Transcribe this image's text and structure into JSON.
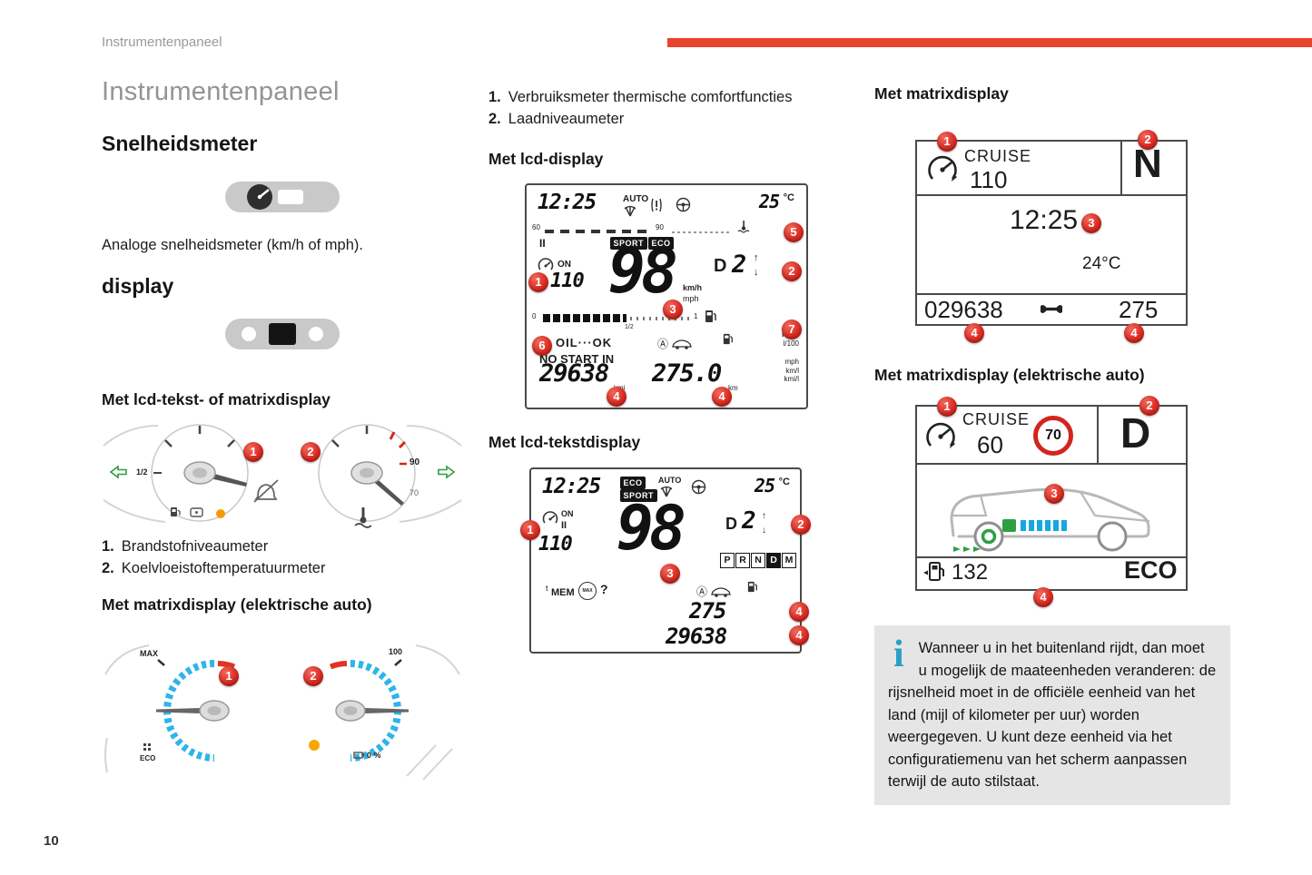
{
  "callouts": {
    "c1": "1",
    "c2": "2",
    "c3": "3",
    "c4": "4",
    "c5": "5",
    "c6": "6",
    "c7": "7"
  },
  "page": {
    "header": "Instrumentenpaneel",
    "page_number": "10"
  },
  "left": {
    "title": "Instrumentenpaneel",
    "speedometer_heading": "Snelheidsmeter",
    "speedometer_caption": "Analoge snelheidsmeter (km/h of mph).",
    "display_heading": "display",
    "lcd_text_heading": "Met lcd-tekst- of matrixdisplay",
    "gauge_cluster": {
      "half": "1/2",
      "ninety": "90",
      "seventy": "70"
    },
    "legend": [
      {
        "num": "1.",
        "text": "Brandstofniveaumeter"
      },
      {
        "num": "2.",
        "text": "Koelvloeistoftemperatuurmeter"
      }
    ],
    "matrix_heading": "Met matrixdisplay (elektrische auto)",
    "electric_gauges": {
      "max": "MAX",
      "hundred": "100",
      "eco": "ECO",
      "zero": "0 %"
    }
  },
  "middle": {
    "legend": [
      {
        "num": "1.",
        "text": "Verbruiksmeter thermische comfortfuncties"
      },
      {
        "num": "2.",
        "text": "Laadniveaumeter"
      }
    ],
    "lcd_heading": "Met lcd-display",
    "lcd": {
      "time": "12:25",
      "auto": "AUTO",
      "temp": "25",
      "temp_unit": "°C",
      "scale_start": "60",
      "scale_end": "90",
      "bars": "II",
      "sport": "SPORT",
      "eco": "ECO",
      "on": "ON",
      "cruise_speed": "110",
      "speed": "98",
      "kmh": "km/h",
      "mph": "mph",
      "gear": "D",
      "gear_num": "2",
      "up": "↑",
      "down": "↓",
      "fuel_zero": "0",
      "fuel_half": "1/2",
      "fuel_full": "1",
      "oil": "OIL···OK",
      "no_start": "NO START IN",
      "a_badge": "Ⓐ",
      "mpg": "mpg",
      "l100": "l/100",
      "odo": "29638",
      "odo_unit": "kmi",
      "trip": "275.0",
      "trip_unit": "km",
      "u_mph": "mph",
      "u_kml": "km/l",
      "u_kmil": "kmi/l"
    },
    "lcd_text_heading": "Met lcd-tekstdisplay",
    "lcd_text": {
      "time": "12:25",
      "eco": "ECO",
      "sport": "SPORT",
      "auto": "AUTO",
      "temp": "25",
      "temp_unit": "°C",
      "on": "ON",
      "bars": "II",
      "cruise_speed": "110",
      "speed": "98",
      "gear": "D",
      "gear_num": "2",
      "up": "↑",
      "down": "↓",
      "prndm": [
        "P",
        "R",
        "N",
        "D",
        "M"
      ],
      "t": "t",
      "mem": "MEM",
      "max": "MAX",
      "question": "?",
      "a_badge": "Ⓐ",
      "trip": "275",
      "odo": "29638"
    }
  },
  "right": {
    "matrix_heading": "Met matrixdisplay",
    "matrix": {
      "cruise": "CRUISE",
      "speed": "110",
      "gear": "N",
      "time": "12:25",
      "temp": "24°C",
      "odo": "029638",
      "trip": "275"
    },
    "matrix_ev_heading": "Met matrixdisplay (elektrische auto)",
    "matrix_ev": {
      "cruise": "CRUISE",
      "speed": "60",
      "limit": "70",
      "gear": "D",
      "range": "132",
      "eco": "ECO"
    },
    "info": {
      "icon": "i",
      "text": "Wanneer u in het buitenland rijdt, dan moet u mogelijk de maateenheden veranderen: de rijsnelheid moet in de officiële eenheid van het land (mijl of kilometer per uur) worden weergegeven. U kunt deze eenheid via het configuratiemenu van het scherm aanpassen terwijl de auto stilstaat."
    }
  }
}
